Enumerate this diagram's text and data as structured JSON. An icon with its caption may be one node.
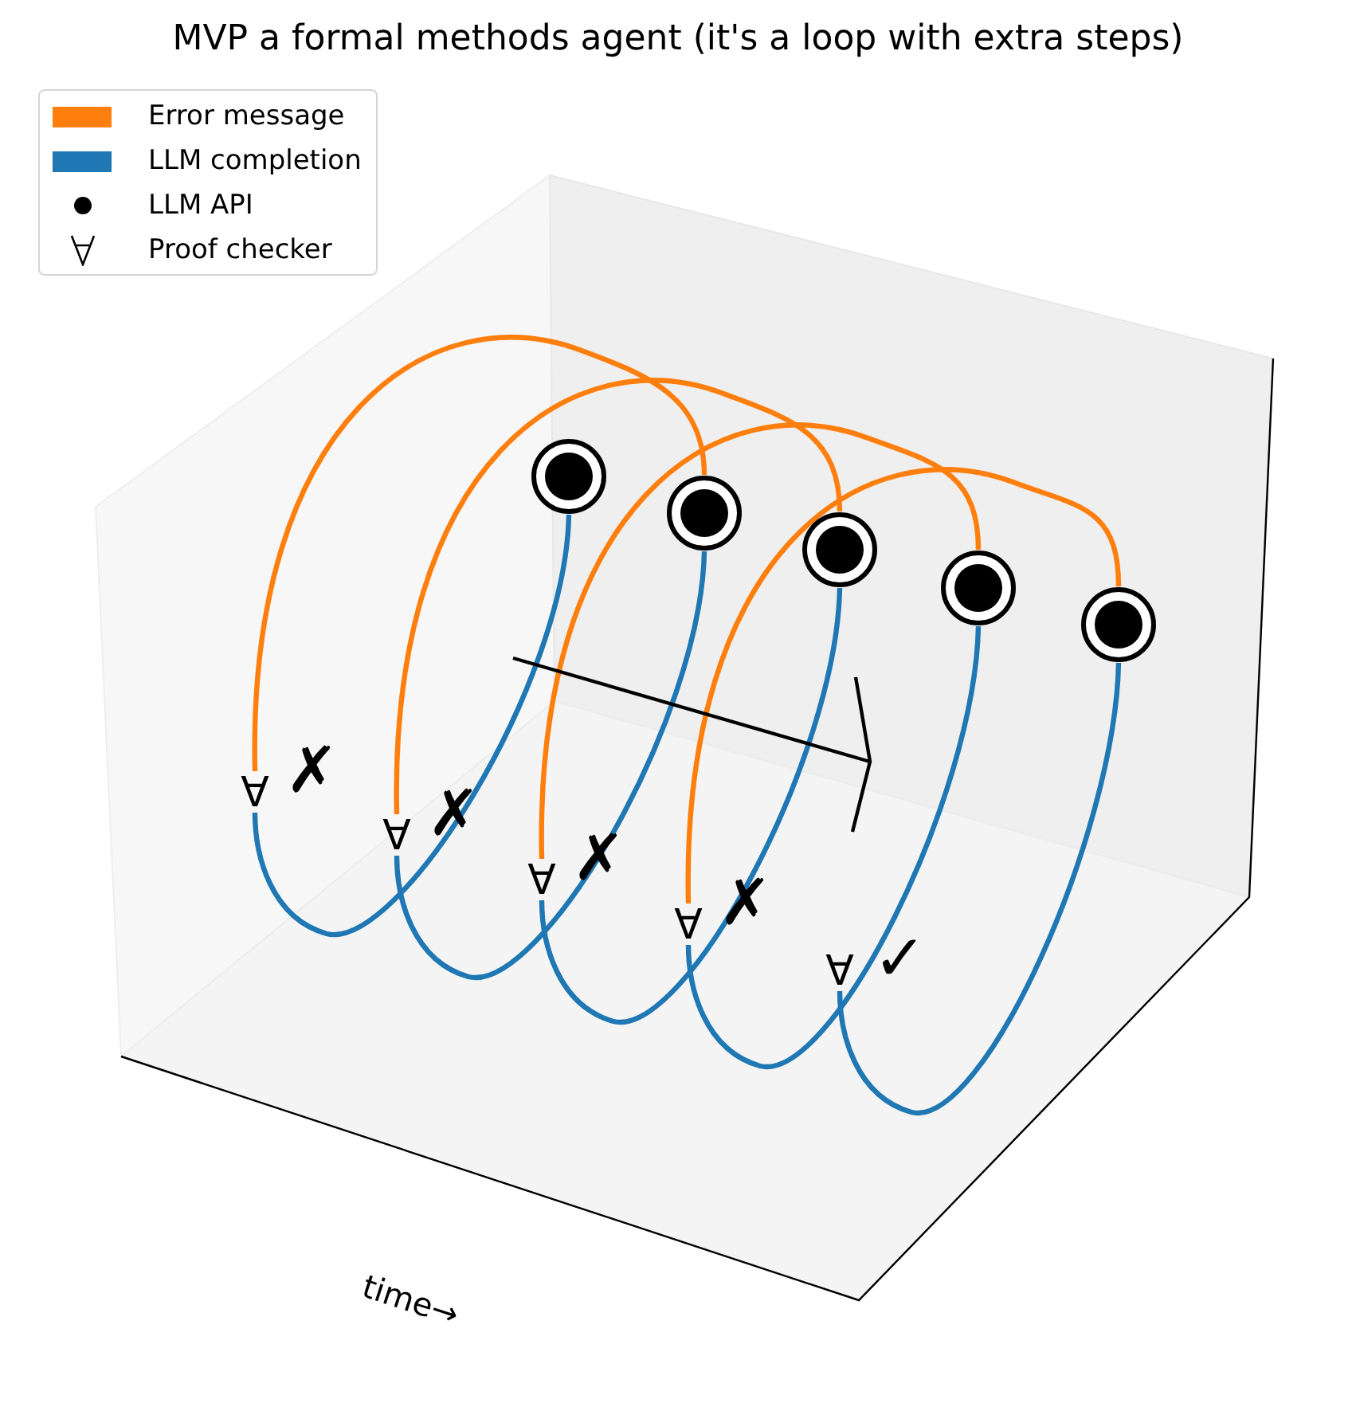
{
  "diagram": {
    "title": "MVP a formal methods agent (it's a loop with extra steps)",
    "nodes": [
      {
        "text": [],
        "shape": "circle"
      },
      {
        "text": [],
        "shape": "circle"
      },
      {
        "text": [],
        "shape": "circle"
      },
      {
        "text": [],
        "shape": "circle"
      },
      {
        "text": [],
        "shape": "circle"
      },
      {
        "text": [
          "∀"
        ],
        "beside": [
          "✗"
        ]
      },
      {
        "text": [
          "∀"
        ],
        "beside": [
          "✗"
        ]
      },
      {
        "text": [
          "∀"
        ],
        "beside": [
          "✗"
        ]
      },
      {
        "text": [
          "∀"
        ],
        "beside": [
          "✗"
        ]
      },
      {
        "text": [
          "∀"
        ],
        "beside": [
          "✓"
        ]
      }
    ],
    "edges": [
      {
        "from": 0,
        "to": 5,
        "arrow": "none"
      },
      {
        "from": 5,
        "to": 1,
        "arrow": "none",
        "color": "#ff7f0e"
      },
      {
        "from": 1,
        "to": 6,
        "arrow": "none"
      },
      {
        "from": 6,
        "to": 2,
        "arrow": "none",
        "color": "#ff7f0e"
      },
      {
        "from": 2,
        "to": 7,
        "arrow": "none"
      },
      {
        "from": 7,
        "to": 3,
        "arrow": "none",
        "color": "#ff7f0e"
      },
      {
        "from": 3,
        "to": 8,
        "arrow": "none"
      },
      {
        "from": 8,
        "to": 4,
        "arrow": "none",
        "color": "#ff7f0e"
      },
      {
        "from": 4,
        "to": 9,
        "arrow": "none"
      }
    ],
    "labels": [
      "time→"
    ],
    "legend": [
      {
        "text": "Error message",
        "color": "#ff7f0e"
      },
      {
        "text": "LLM completion",
        "color": "#1f77b4"
      },
      {
        "text": "LLM API"
      },
      {
        "text": "Proof checker"
      }
    ]
  }
}
